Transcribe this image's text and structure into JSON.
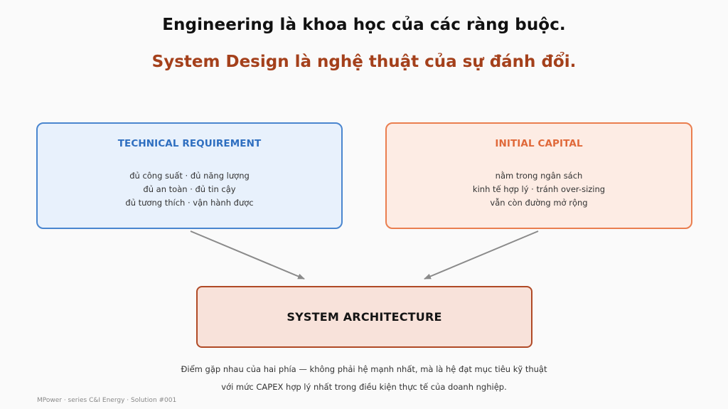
{
  "headline": {
    "line1": "Engineering là khoa học của các ràng buộc.",
    "line2": "System Design là nghệ thuật của sự đánh đổi."
  },
  "technical": {
    "title": "TECHNICAL REQUIREMENT",
    "lines": [
      "đủ công suất · đủ năng lượng",
      "đủ an toàn · đủ tin cậy",
      "đủ tương thích · vận hành được"
    ]
  },
  "capital": {
    "title": "INITIAL CAPITAL",
    "lines": [
      "nằm trong ngân sách",
      "kinh tế hợp lý · tránh over-sizing",
      "vẫn còn đường mở rộng"
    ]
  },
  "result": {
    "title": "SYSTEM ARCHITECTURE"
  },
  "caption": {
    "line1": "Điểm gặp nhau của hai phía — không phải hệ mạnh nhất, mà là hệ đạt mục tiêu kỹ thuật",
    "line2": "với mức CAPEX hợp lý nhất trong điều kiện thực tế của doanh nghiệp."
  },
  "footer": "MPower · series C&I Energy · Solution #001",
  "colors": {
    "headline_accent": "#a4401b",
    "technical_accent": "#2f6fc0",
    "capital_accent": "#e0693a",
    "result_border": "#b04a26",
    "arrow": "#8a8a8a"
  }
}
